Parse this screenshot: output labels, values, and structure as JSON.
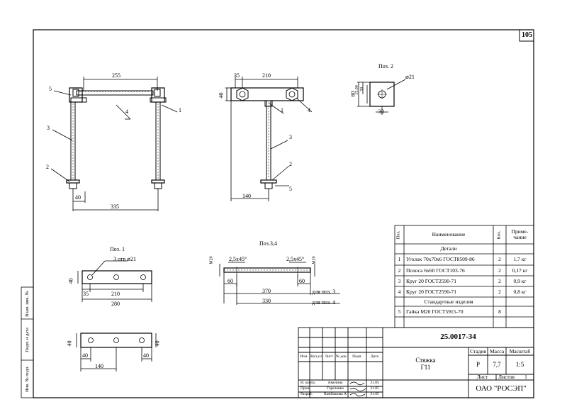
{
  "page_number": "105",
  "views": {
    "main_left": {
      "dim_top": "255",
      "dim_bottom_small": "40",
      "dim_bottom": "335",
      "callouts": [
        "5",
        "4",
        "1",
        "3",
        "2"
      ]
    },
    "main_right": {
      "dim_35": "35",
      "dim_210": "210",
      "dim_40": "40",
      "dim_140": "140",
      "callouts": [
        "1",
        "4",
        "3",
        "2",
        "5"
      ]
    },
    "pos2": {
      "title": "Поз. 2",
      "dia": "⌀21",
      "dim_60": "60",
      "dim_15": "15.00",
      "dim_30v": "30",
      "dim_30h": "30"
    },
    "pos1": {
      "title": "Поз. 1",
      "holes": "3 отв ⌀21",
      "dim_40": "40",
      "dim_35": "35",
      "dim_210": "210",
      "dim_280": "280"
    },
    "pos1b": {
      "dim_40_left": "40",
      "dim_40_right": "40",
      "dim_40_bl": "40",
      "dim_40_br": "40",
      "dim_140": "140"
    },
    "pos34": {
      "title": "Поз.3,4",
      "thread_left": "M20",
      "thread_right": "M20",
      "chamfer_left": "2,5x45°",
      "chamfer_right": "2,5x45°",
      "dim_60_left": "60",
      "dim_60_right": "60",
      "dim_370": "370",
      "note_370": "для поз. 3",
      "dim_330": "330",
      "note_330": "для поз. 4"
    }
  },
  "spec": {
    "headers": {
      "pos": "Поз.",
      "name": "Наименование",
      "qty": "Кол.",
      "note": "Приме-\nчание"
    },
    "section1": "Детали",
    "rows": [
      {
        "pos": "1",
        "name": "Уголок 70х70х6 ГОСТ8509-86",
        "qty": "2",
        "note": "1,7 кг"
      },
      {
        "pos": "2",
        "name": "Полоса 6х60 ГОСТ103-76",
        "qty": "2",
        "note": "0,17 кг"
      },
      {
        "pos": "3",
        "name": "Круг 20 ГОСТ2590-71",
        "qty": "2",
        "note": "0,9 кг"
      },
      {
        "pos": "4",
        "name": "Круг 20 ГОСТ2590-71",
        "qty": "2",
        "note": "0,8 кг"
      }
    ],
    "section2": "Стандартные изделия",
    "rows2": [
      {
        "pos": "5",
        "name": "Гайка М20 ГОСТ5915-70",
        "qty": "8",
        "note": ""
      }
    ]
  },
  "title_block": {
    "doc_code": "25.0017-34",
    "col_headers": [
      "Изм.",
      "Кол.уч",
      "Лист",
      "№ док.",
      "Подп.",
      "Дата"
    ],
    "name_line1": "Стяжка",
    "name_line2": "Г11",
    "stage_label": "Стадия",
    "mass_label": "Масса",
    "scale_label": "Масштаб",
    "stage": "Р",
    "mass": "7,7",
    "scale": "1:5",
    "sheet_label": "Лист",
    "sheets_label": "Листов",
    "sheets": "1",
    "company": "ОАО \"РОСЭП\"",
    "people": [
      {
        "role": "Н. контр.",
        "name": "Амелина",
        "date": "31.05"
      },
      {
        "role": "Пров.",
        "name": "Гореленко",
        "date": "31.05"
      },
      {
        "role": "Разраб.",
        "name": "Камбашова А",
        "date": "31.05"
      }
    ]
  },
  "side_stamps": [
    "Взам. инв. №",
    "Подп. и дата",
    "Инв. № подл."
  ]
}
